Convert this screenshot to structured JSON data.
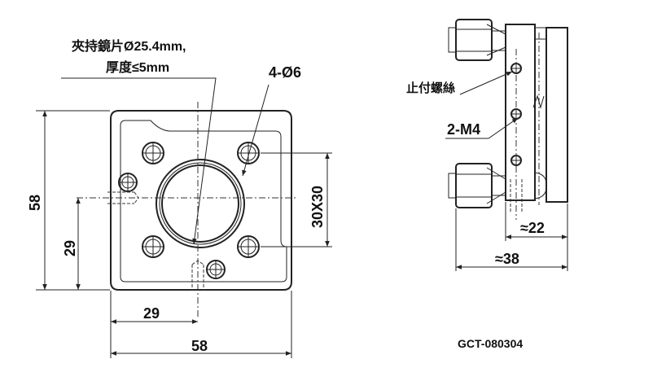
{
  "front_view": {
    "note_line1": "夾持鏡片Ø25.4mm,",
    "note_line2": "厚度≤5mm",
    "holes_label": "4-Ø6",
    "width": "58",
    "height": "58",
    "half_width": "29",
    "half_height": "29",
    "aperture": "30X30"
  },
  "side_view": {
    "lock_screw_label": "止付螺絲",
    "thread_label": "2-M4",
    "depth_short": "≈22",
    "depth_long": "≈38"
  },
  "part_number": "GCT-080304"
}
